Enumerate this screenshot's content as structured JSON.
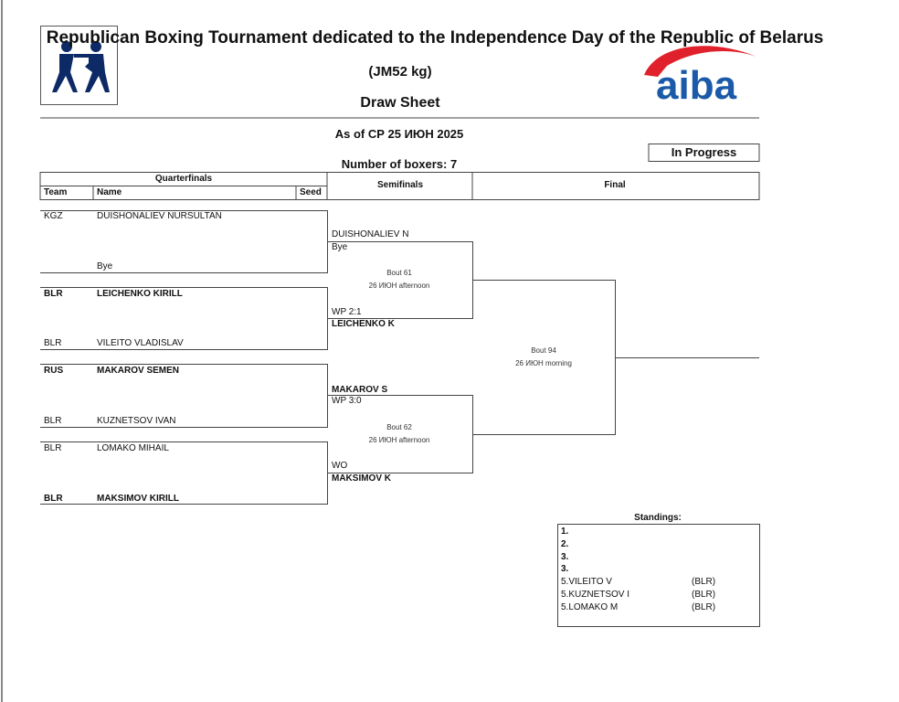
{
  "header": {
    "title": "Republican Boxing Tournament dedicated to the Independence Day of the Republic of Belarus",
    "category": "(JM52 kg)",
    "subtitle": "Draw Sheet",
    "as_of": "As of СР 25 ИЮН 2025",
    "status": "In Progress",
    "num_boxers": "Number of boxers: 7",
    "logo_text": "aiba",
    "colors": {
      "logo_blue": "#0d2a66",
      "aiba_blue": "#1b5aa8",
      "aiba_red": "#e0202a"
    }
  },
  "columns": {
    "quarterfinals": "Quarterfinals",
    "team": "Team",
    "name": "Name",
    "seed": "Seed",
    "semifinals": "Semifinals",
    "final": "Final"
  },
  "quarterfinals": [
    {
      "team": "KGZ",
      "name": "DUISHONALIEV NURSULTAN",
      "bold": false
    },
    {
      "team": "",
      "name": "Bye",
      "bold": false
    },
    {
      "team": "BLR",
      "name": "LEICHENKO KIRILL",
      "bold": true
    },
    {
      "team": "BLR",
      "name": "VILEITO VLADISLAV",
      "bold": false
    },
    {
      "team": "RUS",
      "name": "MAKAROV SEMEN",
      "bold": true
    },
    {
      "team": "BLR",
      "name": "KUZNETSOV IVAN",
      "bold": false
    },
    {
      "team": "BLR",
      "name": "LOMAKO MIHAIL",
      "bold": false
    },
    {
      "team": "BLR",
      "name": "MAKSIMOV KIRILL",
      "bold": true
    }
  ],
  "semifinals": [
    {
      "top": "DUISHONALIEV N",
      "top_result": "Bye",
      "bout": "Bout  61",
      "date": "26 ИЮН afternoon",
      "bottom_result": "WP 2:1",
      "bottom": "LEICHENKO K"
    },
    {
      "top": "MAKAROV  S",
      "top_result": "WP 3:0",
      "bout": "Bout  62",
      "date": "26 ИЮН afternoon",
      "bottom_result": "WO",
      "bottom": "MAKSIMOV K"
    }
  ],
  "final": {
    "bout": "Bout  94",
    "date": "26 ИЮН morning"
  },
  "standings": {
    "label": "Standings:",
    "rows": [
      {
        "place": "1.",
        "name": "",
        "team": ""
      },
      {
        "place": "2.",
        "name": "",
        "team": ""
      },
      {
        "place": "3.",
        "name": "",
        "team": ""
      },
      {
        "place": "3.",
        "name": "",
        "team": ""
      },
      {
        "place": "5.",
        "name": "VILEITO V",
        "team": "(BLR)"
      },
      {
        "place": "5.",
        "name": "KUZNETSOV I",
        "team": "(BLR)"
      },
      {
        "place": "5.",
        "name": "LOMAKO M",
        "team": "(BLR)"
      }
    ]
  }
}
